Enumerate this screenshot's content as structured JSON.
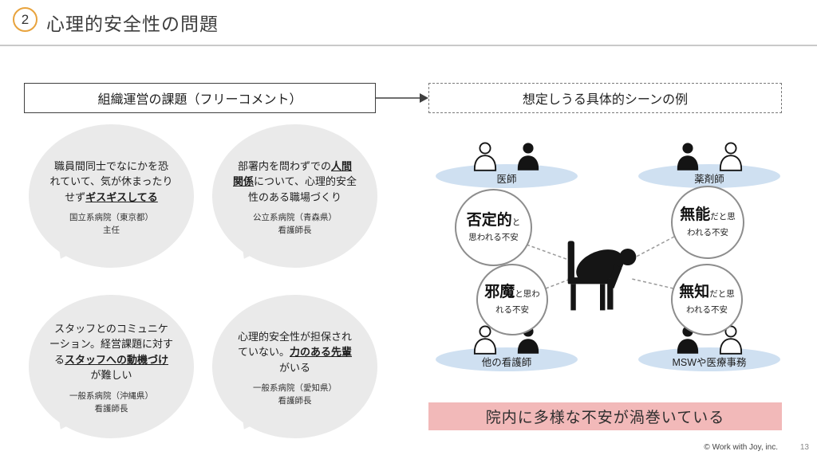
{
  "slide": {
    "number_badge": "2",
    "title": "心理的安全性の問題"
  },
  "left_panel": {
    "title": "組織運営の課題（フリーコメント）",
    "bubbles": [
      {
        "pre": "職員間同士でなにかを恐れていて、気が休まったりせず",
        "em": "ギスギスしてる",
        "post": "",
        "source1": "国立系病院（東京都）",
        "source2": "主任"
      },
      {
        "pre": "部署内を問わずでの",
        "em": "人間関係",
        "post": "について、心理的安全性のある職場づくり",
        "source1": "公立系病院（青森県）",
        "source2": "看護師長"
      },
      {
        "pre": "スタッフとのコミュニケーション。経営課題に対する",
        "em": "スタッフへの動機づけ",
        "post": "が難しい",
        "source1": "一般系病院（沖縄県）",
        "source2": "看護師長"
      },
      {
        "pre": "心理的安全性が担保されていない。",
        "em": "力のある先輩",
        "post": "がいる",
        "source1": "一般系病院（愛知県）",
        "source2": "看護師長"
      }
    ]
  },
  "right_panel": {
    "title": "想定しうる具体的シーンの例",
    "groups": [
      {
        "label": "医師"
      },
      {
        "label": "薬剤師"
      },
      {
        "label": "他の看護師"
      },
      {
        "label": "MSWや医療事務"
      }
    ],
    "anxieties": [
      {
        "em": "否定的",
        "rest": "と思われる不安"
      },
      {
        "em": "無能",
        "rest": "だと思われる不安"
      },
      {
        "em": "邪魔",
        "rest": "と思われる不安"
      },
      {
        "em": "無知",
        "rest": "だと思われる不安"
      }
    ],
    "banner": "院内に多様な不安が渦巻いている"
  },
  "footer": {
    "copyright": "© Work with Joy, inc.",
    "page": "13"
  },
  "colors": {
    "accent_orange": "#E8A33D",
    "bubble_gray": "#EAEAEA",
    "group_blue": "#CFE0F1",
    "banner_pink": "#F2B9B9"
  }
}
